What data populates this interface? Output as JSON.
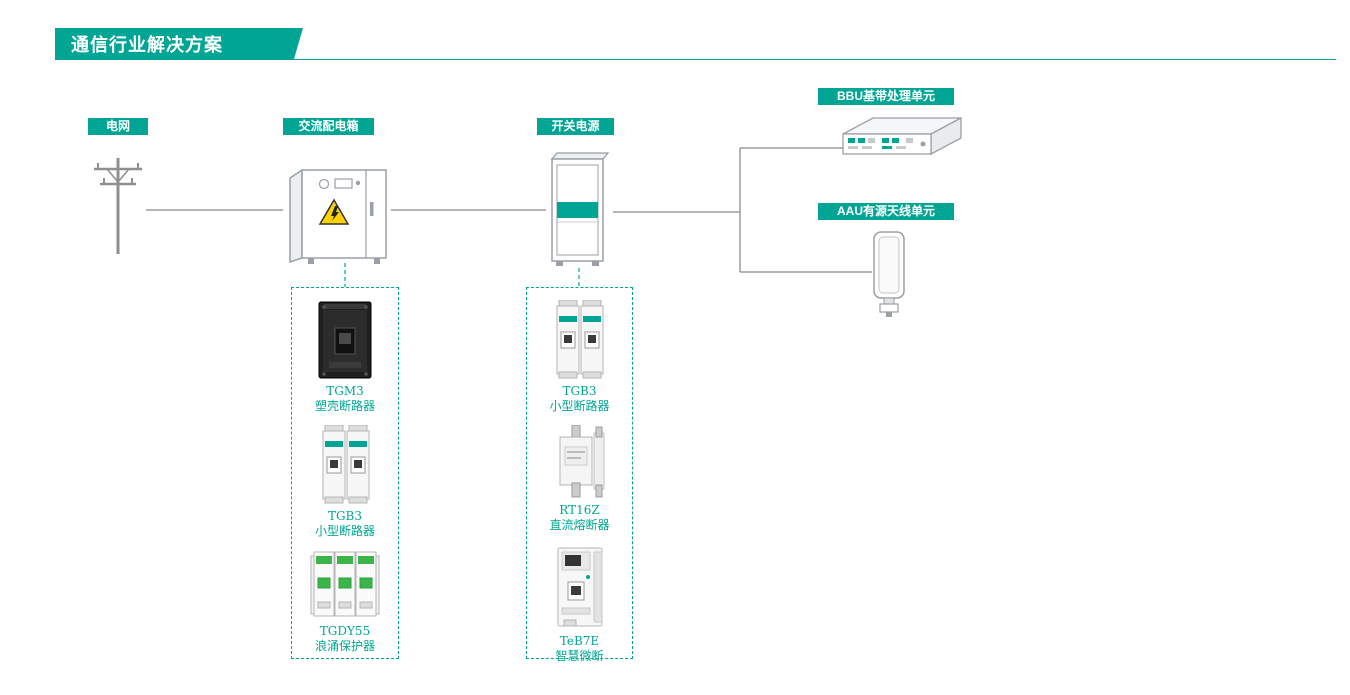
{
  "header": {
    "title": "通信行业解决方案"
  },
  "nodes": {
    "grid": {
      "label": "电网"
    },
    "distribution_box": {
      "label": "交流配电箱"
    },
    "switch_power": {
      "label": "开关电源"
    },
    "bbu": {
      "label": "BBU基带处理单元"
    },
    "aau": {
      "label": "AAU有源天线单元"
    }
  },
  "product_groups": [
    {
      "attached_to": "交流配电箱",
      "products": [
        {
          "name": "TGM3",
          "type": "塑壳断路器"
        },
        {
          "name": "TGB3",
          "type": "小型断路器"
        },
        {
          "name": "TGDY55",
          "type": "浪涌保护器"
        }
      ]
    },
    {
      "attached_to": "开关电源",
      "products": [
        {
          "name": "TGB3",
          "type": "小型断路器"
        },
        {
          "name": "RT16Z",
          "type": "直流熔断器"
        },
        {
          "name": "TeB7E",
          "type": "智慧微断"
        }
      ]
    }
  ],
  "icons": {
    "grid": "utility-pole-icon",
    "distribution_box": "distribution-cabinet-icon",
    "switch_power": "power-cabinet-icon",
    "bbu": "bbu-device-icon",
    "aau": "aau-antenna-icon"
  },
  "colors": {
    "accent_teal": "#00a693",
    "connector_gray": "#9b9b9b",
    "warning_yellow": "#ffd200"
  }
}
